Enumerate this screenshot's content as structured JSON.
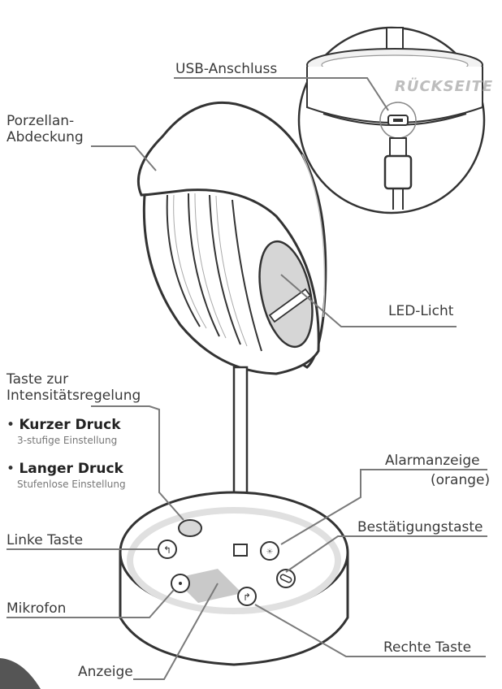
{
  "labels": {
    "usb": "USB-Anschluss",
    "rueckseite": "RÜCKSEITE",
    "porzellan_line1": "Porzellan-",
    "porzellan_line2": "Abdeckung",
    "led": "LED-Licht",
    "taste_line1": "Taste zur",
    "taste_line2": "Intensitätsregelung",
    "kurz_title": "Kurzer Druck",
    "kurz_sub": "3-stufige Einstellung",
    "lang_title": "Langer Druck",
    "lang_sub": "Stufenlose Einstellung",
    "alarm_line1": "Alarmanzeige",
    "alarm_line2": "(orange)",
    "bestaetigung": "Bestätigungstaste",
    "linke": "Linke Taste",
    "mikrofon": "Mikrofon",
    "rechte": "Rechte Taste",
    "anzeige": "Anzeige"
  },
  "colors": {
    "line": "#7a7a7a",
    "outline": "#333333",
    "shade": "#d8d8d8",
    "ring": "#e6e6e6",
    "display": "#c9c9c9"
  },
  "bullet": "•"
}
